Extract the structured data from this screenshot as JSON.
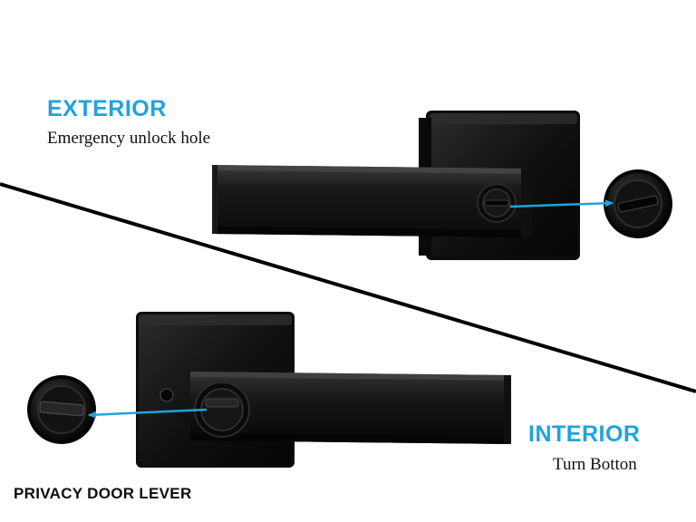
{
  "exterior": {
    "title": "EXTERIOR",
    "subtitle": "Emergency unlock hole"
  },
  "interior": {
    "title": "INTERIOR",
    "subtitle": "Turn Botton"
  },
  "product": {
    "name": "PRIVACY DOOR LEVER"
  },
  "colors": {
    "accent": "#1fa3dd",
    "finish": "#141414",
    "text": "#111111"
  }
}
